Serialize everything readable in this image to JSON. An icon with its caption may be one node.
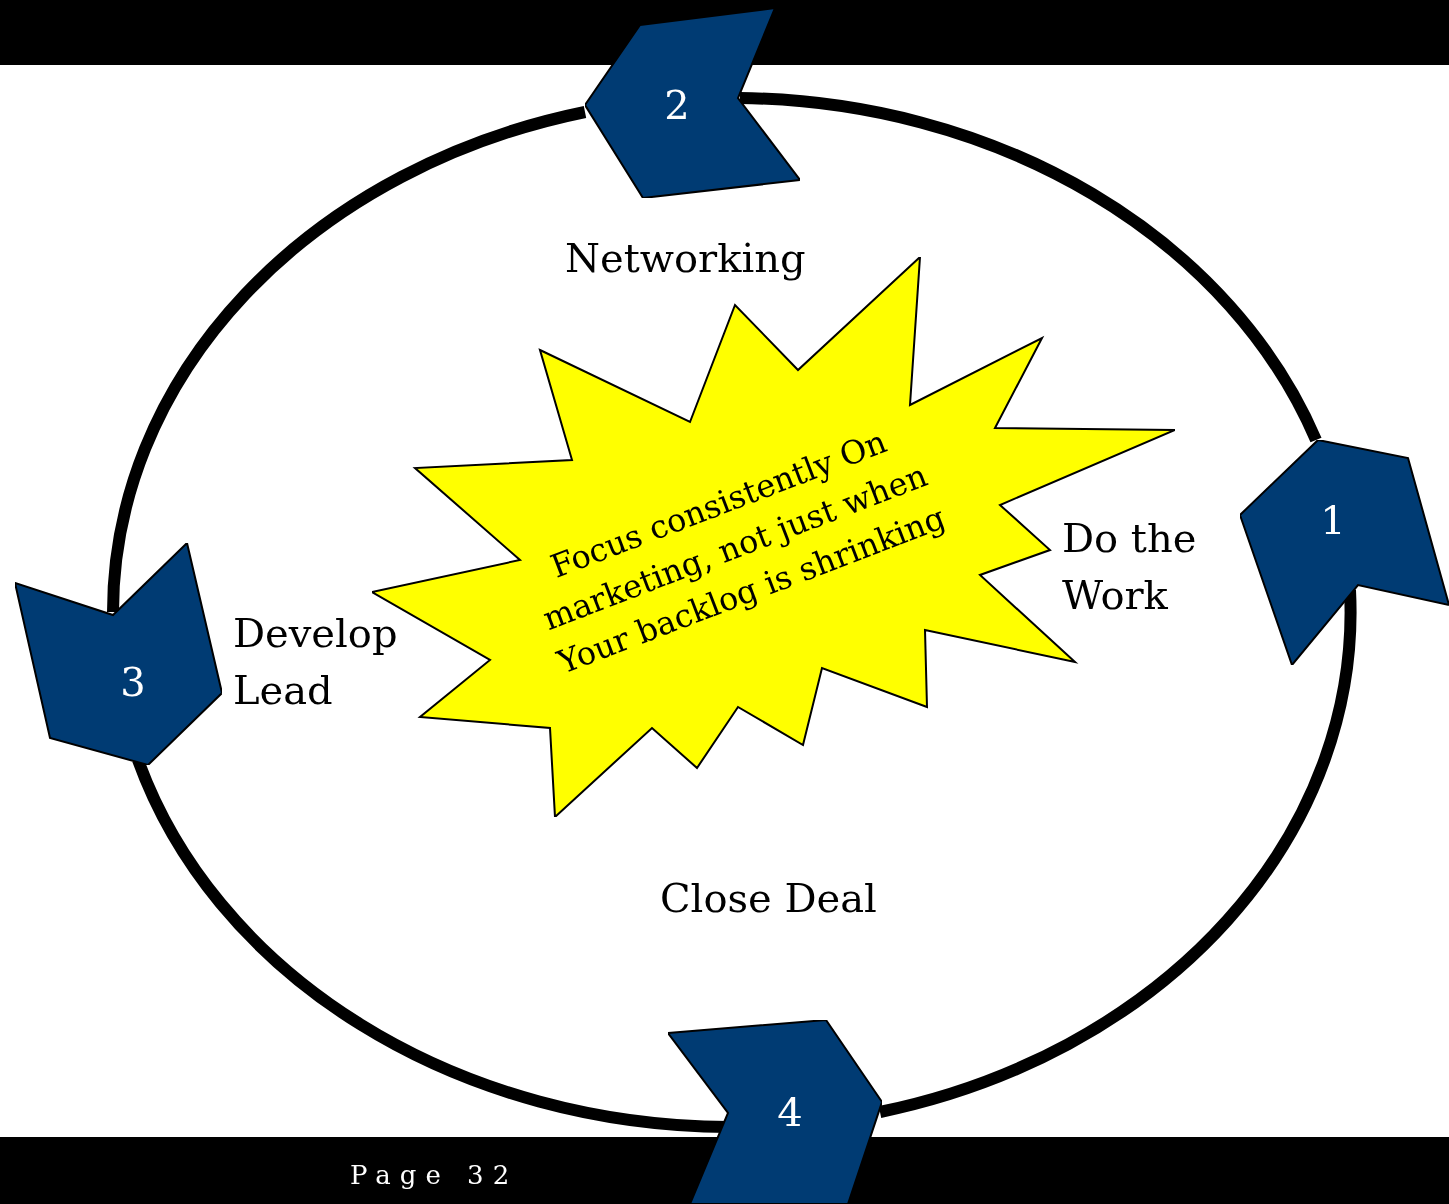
{
  "diagram": {
    "nodes": [
      {
        "text": [
          "2"
        ]
      },
      {
        "text": [
          "Focus consistently On marketing, not just when Your backlog is shrinking"
        ]
      },
      {
        "text": [
          "1"
        ]
      },
      {
        "text": [
          "3"
        ]
      },
      {
        "text": [
          "4"
        ]
      }
    ],
    "edges": [
      {
        "from": 2,
        "to": 0,
        "arrow": "none"
      },
      {
        "from": 0,
        "to": 3,
        "arrow": "none"
      },
      {
        "from": 3,
        "to": 4,
        "arrow": "none"
      },
      {
        "from": 4,
        "to": 2,
        "arrow": "none"
      }
    ],
    "labels": [
      "Networking",
      "Do the Work",
      "Develop Lead",
      "Close Deal",
      "Page 32"
    ]
  }
}
